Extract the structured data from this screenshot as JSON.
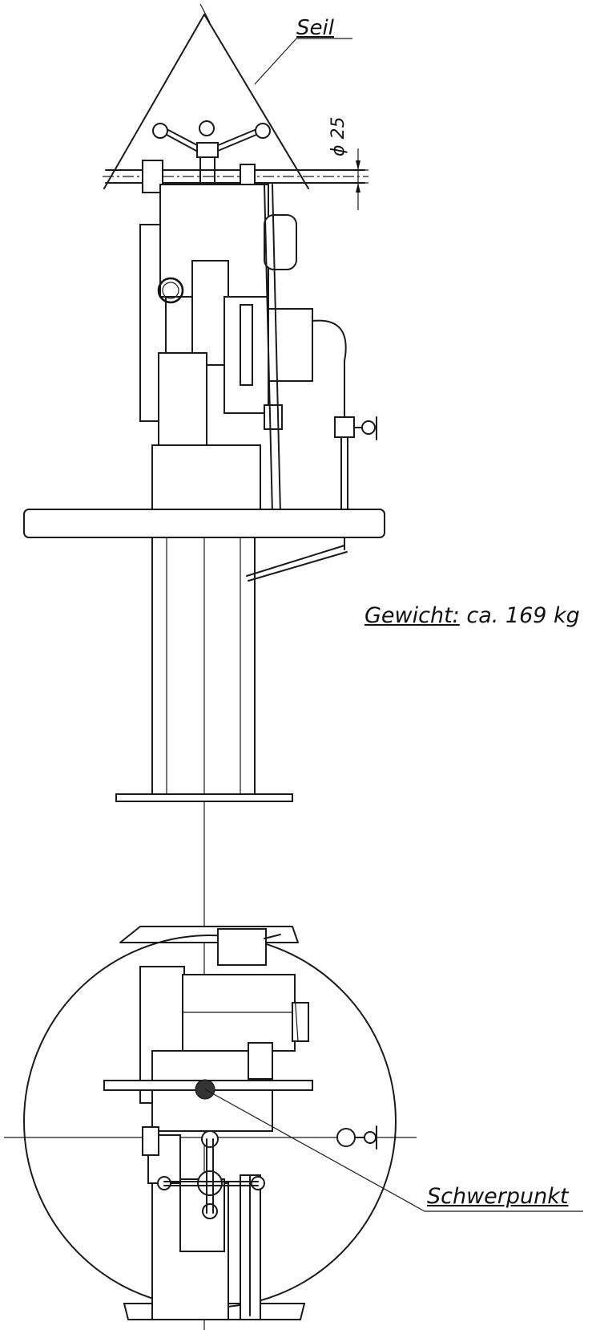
{
  "labels": {
    "seil": "Seil",
    "diameter": "ϕ 25",
    "gewicht_key": "Gewicht:",
    "gewicht_value": " ca. 169 kg",
    "schwerpunkt": "Schwerpunkt"
  }
}
